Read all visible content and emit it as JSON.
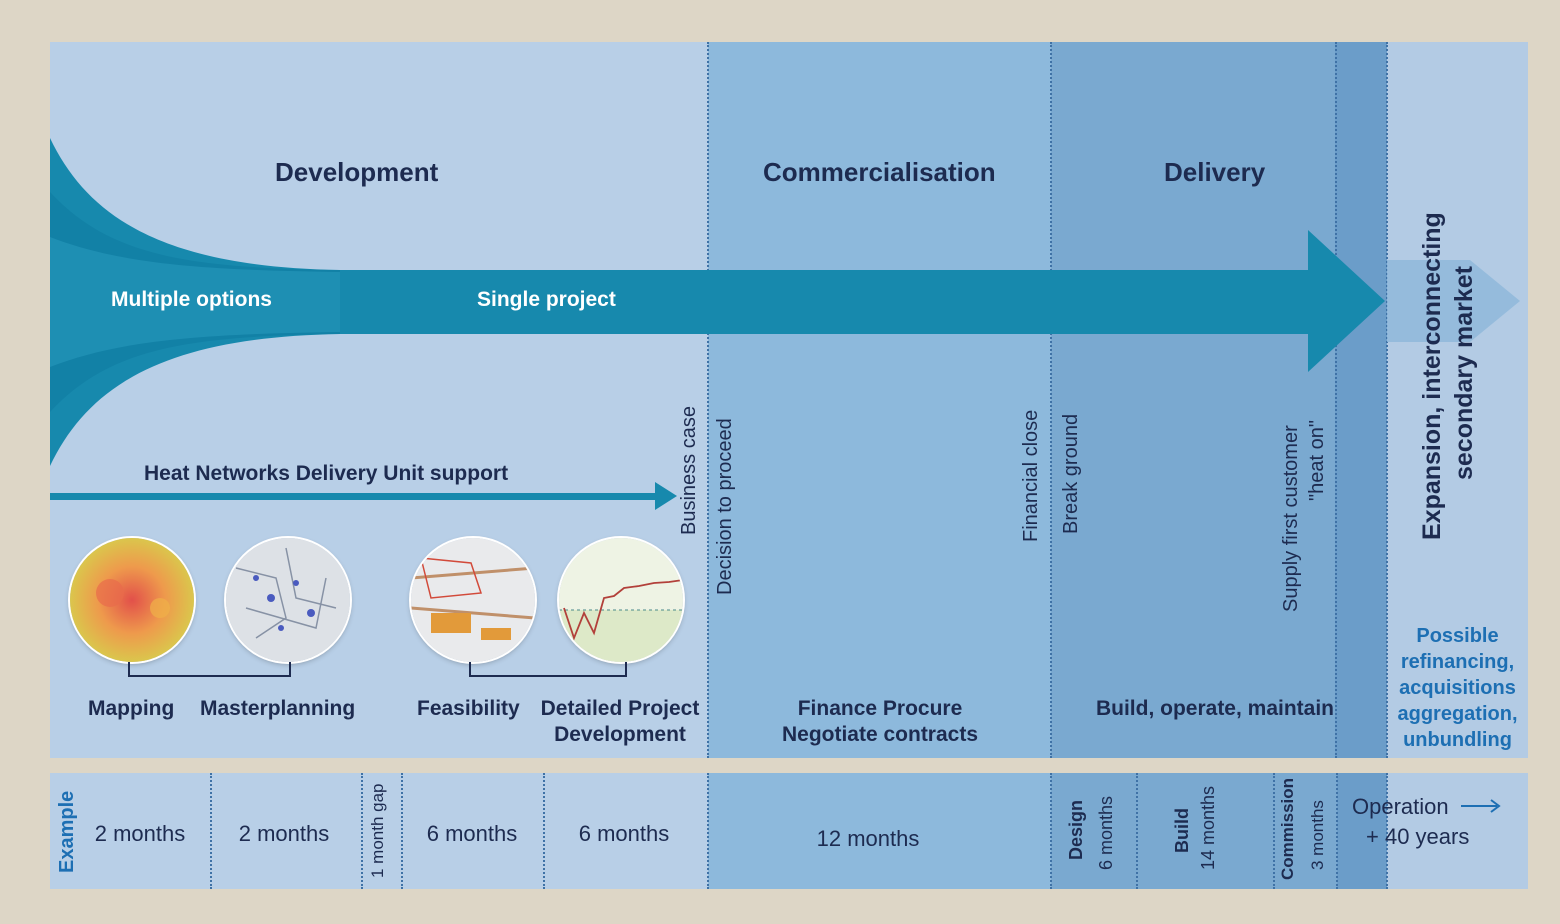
{
  "phases": {
    "development": "Development",
    "commercialisation": "Commercialisation",
    "delivery": "Delivery",
    "expansion_line1": "Expansion, interconnecting",
    "expansion_line2": "secondary market"
  },
  "arrow": {
    "multiple_options": "Multiple options",
    "single_project": "Single project",
    "hndu_support": "Heat Networks Delivery Unit support"
  },
  "milestones": {
    "business_case": "Business case",
    "decision_to_proceed": "Decision to proceed",
    "financial_close": "Financial close",
    "break_ground": "Break ground",
    "supply_first_customer_line1": "Supply first customer",
    "supply_first_customer_line2": "\"heat on\""
  },
  "stages": {
    "mapping": "Mapping",
    "masterplanning": "Masterplanning",
    "feasibility": "Feasibility",
    "detailed_line1": "Detailed Project",
    "detailed_line2": "Development",
    "commercial_line1": "Finance Procure",
    "commercial_line2": "Negotiate contracts",
    "delivery_activities": "Build, operate, maintain",
    "possible_line1": "Possible",
    "possible_line2": "refinancing,",
    "possible_line3": "acquisitions",
    "possible_line4": "aggregation,",
    "possible_line5": "unbundling"
  },
  "timeline": {
    "example_label": "Example",
    "mapping_duration": "2 months",
    "masterplanning_duration": "2 months",
    "gap": "1 month gap",
    "feasibility_duration": "6 months",
    "detailed_duration": "6 months",
    "commercial_duration": "12 months",
    "design_label": "Design",
    "design_duration": "6 months",
    "build_label": "Build",
    "build_duration": "14 months",
    "commission_label": "Commission",
    "commission_duration": "3 months",
    "operation_line1": "Operation",
    "operation_line2": "+ 40 years"
  },
  "colors": {
    "background": "#ddd6c6",
    "development_bg": "#b8cfe7",
    "commercialisation_bg": "#8db9dc",
    "delivery_bg": "#7aa9d0",
    "commission_bg": "#6b9dc9",
    "arrow_teal": "#1789ad",
    "accent_text": "#1d6fb3"
  }
}
